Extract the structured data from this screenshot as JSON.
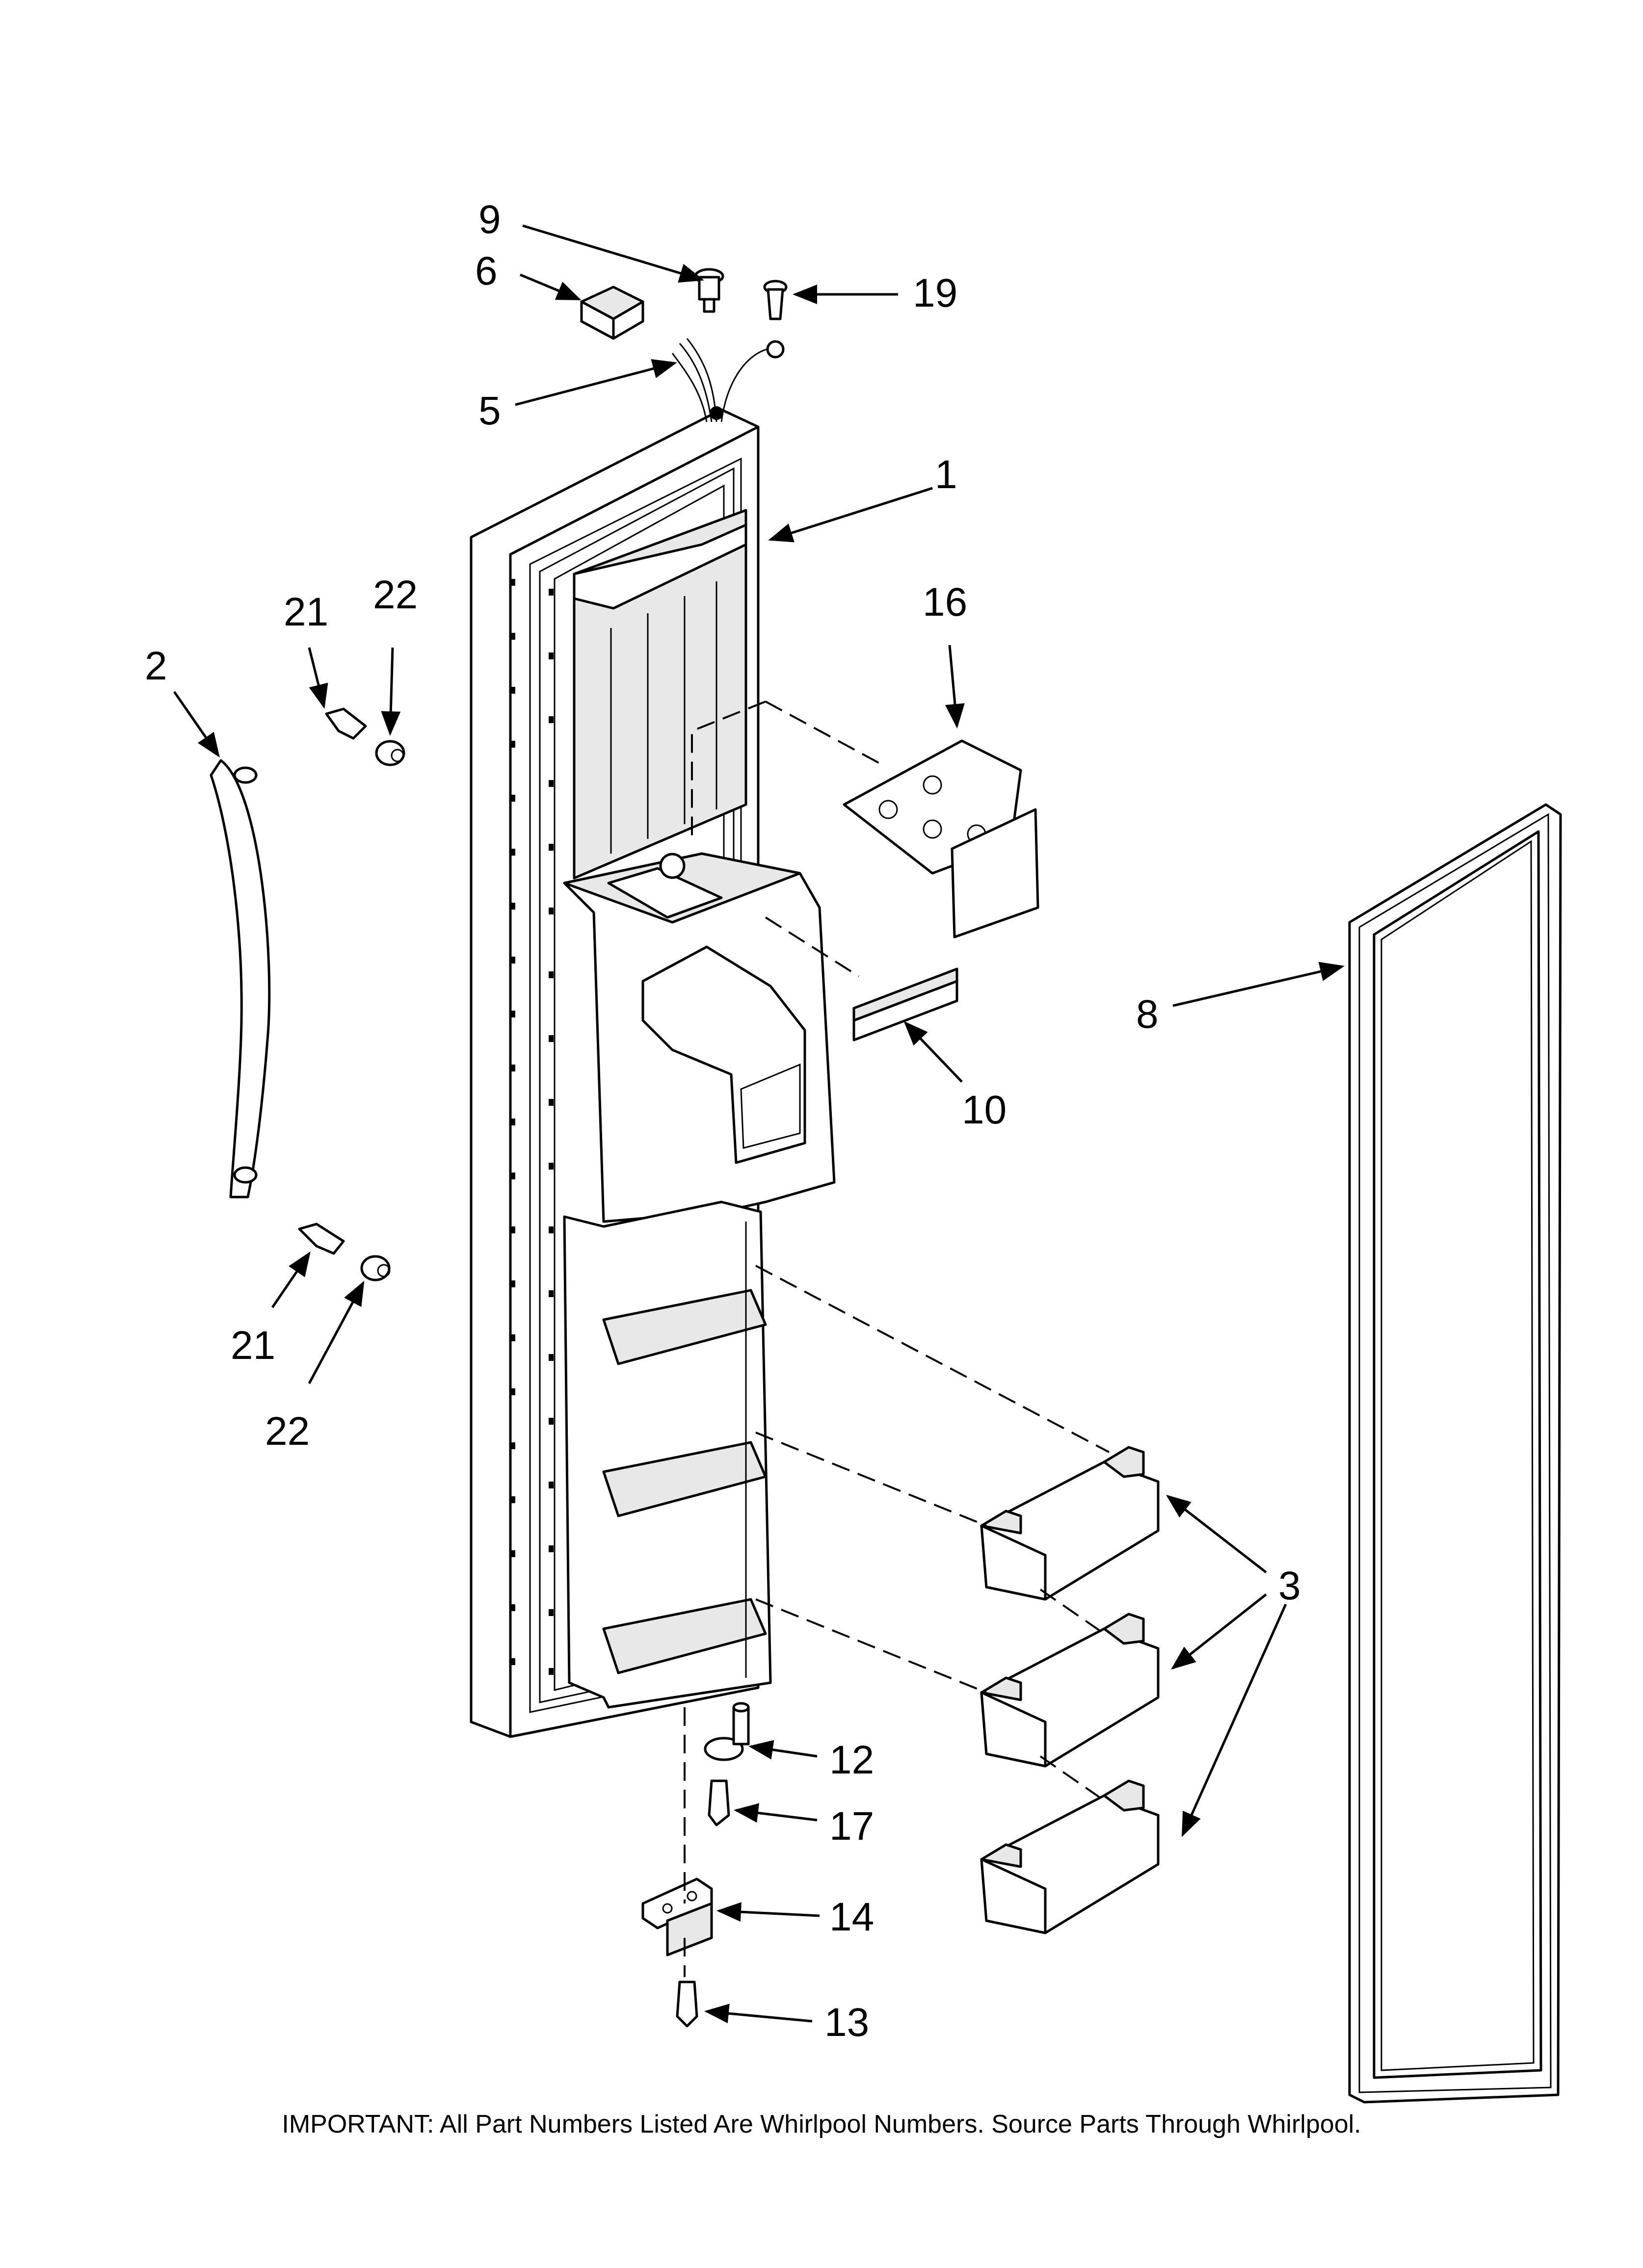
{
  "callouts": {
    "c1": "1",
    "c2": "2",
    "c3": "3",
    "c5": "5",
    "c6": "6",
    "c8": "8",
    "c9": "9",
    "c10": "10",
    "c12": "12",
    "c13": "13",
    "c14": "14",
    "c16": "16",
    "c17": "17",
    "c19": "19",
    "c21a": "21",
    "c21b": "21",
    "c22a": "22",
    "c22b": "22"
  },
  "footer": {
    "note": "IMPORTANT: All Part Numbers Listed Are Whirlpool Numbers. Source Parts Through Whirlpool."
  }
}
